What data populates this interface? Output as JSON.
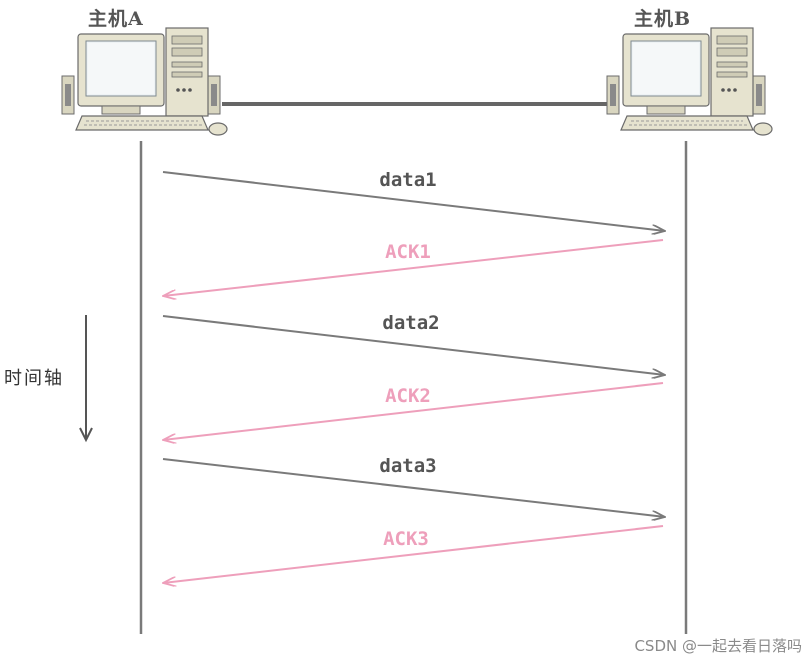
{
  "host_a": {
    "label": "主机A"
  },
  "host_b": {
    "label": "主机B"
  },
  "timeline": {
    "label": "时间轴"
  },
  "messages": [
    {
      "label": "data1",
      "direction": "A-to-B",
      "color": "#7a7a7a"
    },
    {
      "label": "ACK1",
      "direction": "B-to-A",
      "color": "#ee9fbb"
    },
    {
      "label": "data2",
      "direction": "A-to-B",
      "color": "#7a7a7a"
    },
    {
      "label": "ACK2",
      "direction": "B-to-A",
      "color": "#ee9fbb"
    },
    {
      "label": "data3",
      "direction": "A-to-B",
      "color": "#7a7a7a"
    },
    {
      "label": "ACK3",
      "direction": "B-to-A",
      "color": "#ee9fbb"
    }
  ],
  "watermark": "CSDN @一起去看日落吗",
  "colors": {
    "lifeline": "#7a7a7a",
    "data_arrow": "#7a7a7a",
    "ack_arrow": "#ee9fbb",
    "computer_body": "#e6e3cf",
    "computer_screen": "#eef3f5"
  }
}
